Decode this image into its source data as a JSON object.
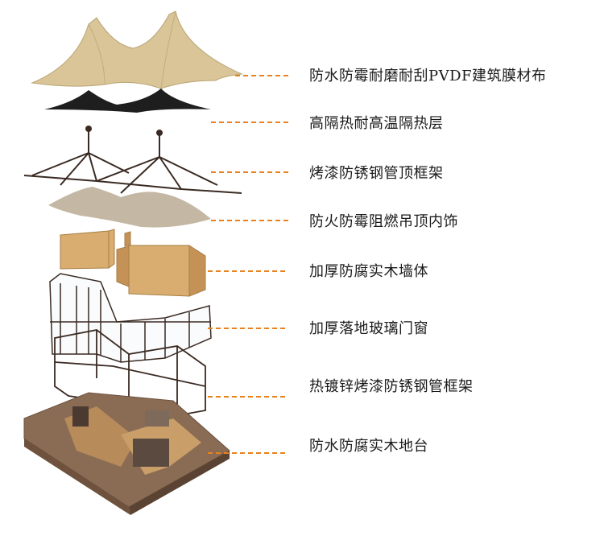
{
  "diagram": {
    "layers": [
      {
        "id": "membrane",
        "label": "防水防霉耐磨耐刮PVDF建筑膜材布"
      },
      {
        "id": "insulation",
        "label": "高隔热耐高温隔热层"
      },
      {
        "id": "roof-frame",
        "label": "烤漆防锈钢管顶框架"
      },
      {
        "id": "ceiling",
        "label": "防火防霉阻燃吊顶内饰"
      },
      {
        "id": "wood-wall",
        "label": "加厚防腐实木墙体"
      },
      {
        "id": "glass",
        "label": "加厚落地玻璃门窗"
      },
      {
        "id": "steel-frame",
        "label": "热镀锌烤漆防锈钢管框架"
      },
      {
        "id": "deck",
        "label": "防水防腐实木地台"
      }
    ],
    "colors": {
      "leader": "#e8821e",
      "membrane": "#d9c597",
      "insulation": "#1e1e1e",
      "frame": "#3a2a22",
      "ceiling": "#c4b7a4",
      "wood": "#d8ad6f",
      "deck": "#8a6c55"
    }
  }
}
